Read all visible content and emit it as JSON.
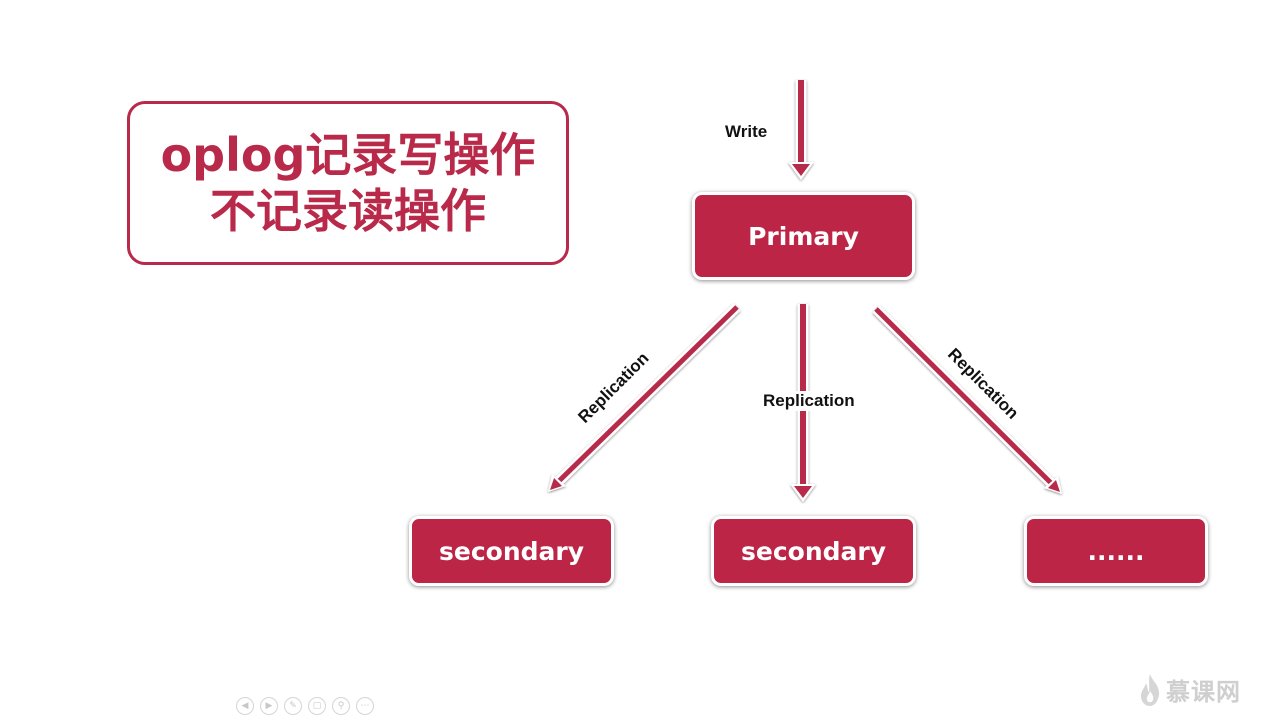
{
  "title": {
    "line1": "oplog记录写操作",
    "line2": "不记录读操作"
  },
  "nodes": {
    "primary": "Primary",
    "secondary_1": "secondary",
    "secondary_2": "secondary",
    "more": "......"
  },
  "edges": {
    "write": "Write",
    "replication_left": "Replication",
    "replication_center": "Replication",
    "replication_right": "Replication"
  },
  "toolbar": {
    "prev_icon": "previous-icon",
    "next_icon": "next-icon",
    "pen_icon": "pen-icon",
    "slides_icon": "slides-icon",
    "zoom_icon": "zoom-icon",
    "more_icon": "more-icon"
  },
  "watermark": {
    "text": "慕课网",
    "icon": "flame-logo-icon"
  },
  "colors": {
    "accent": "#bd2547",
    "title": "#b8294a",
    "arrow": "#b8294a"
  }
}
